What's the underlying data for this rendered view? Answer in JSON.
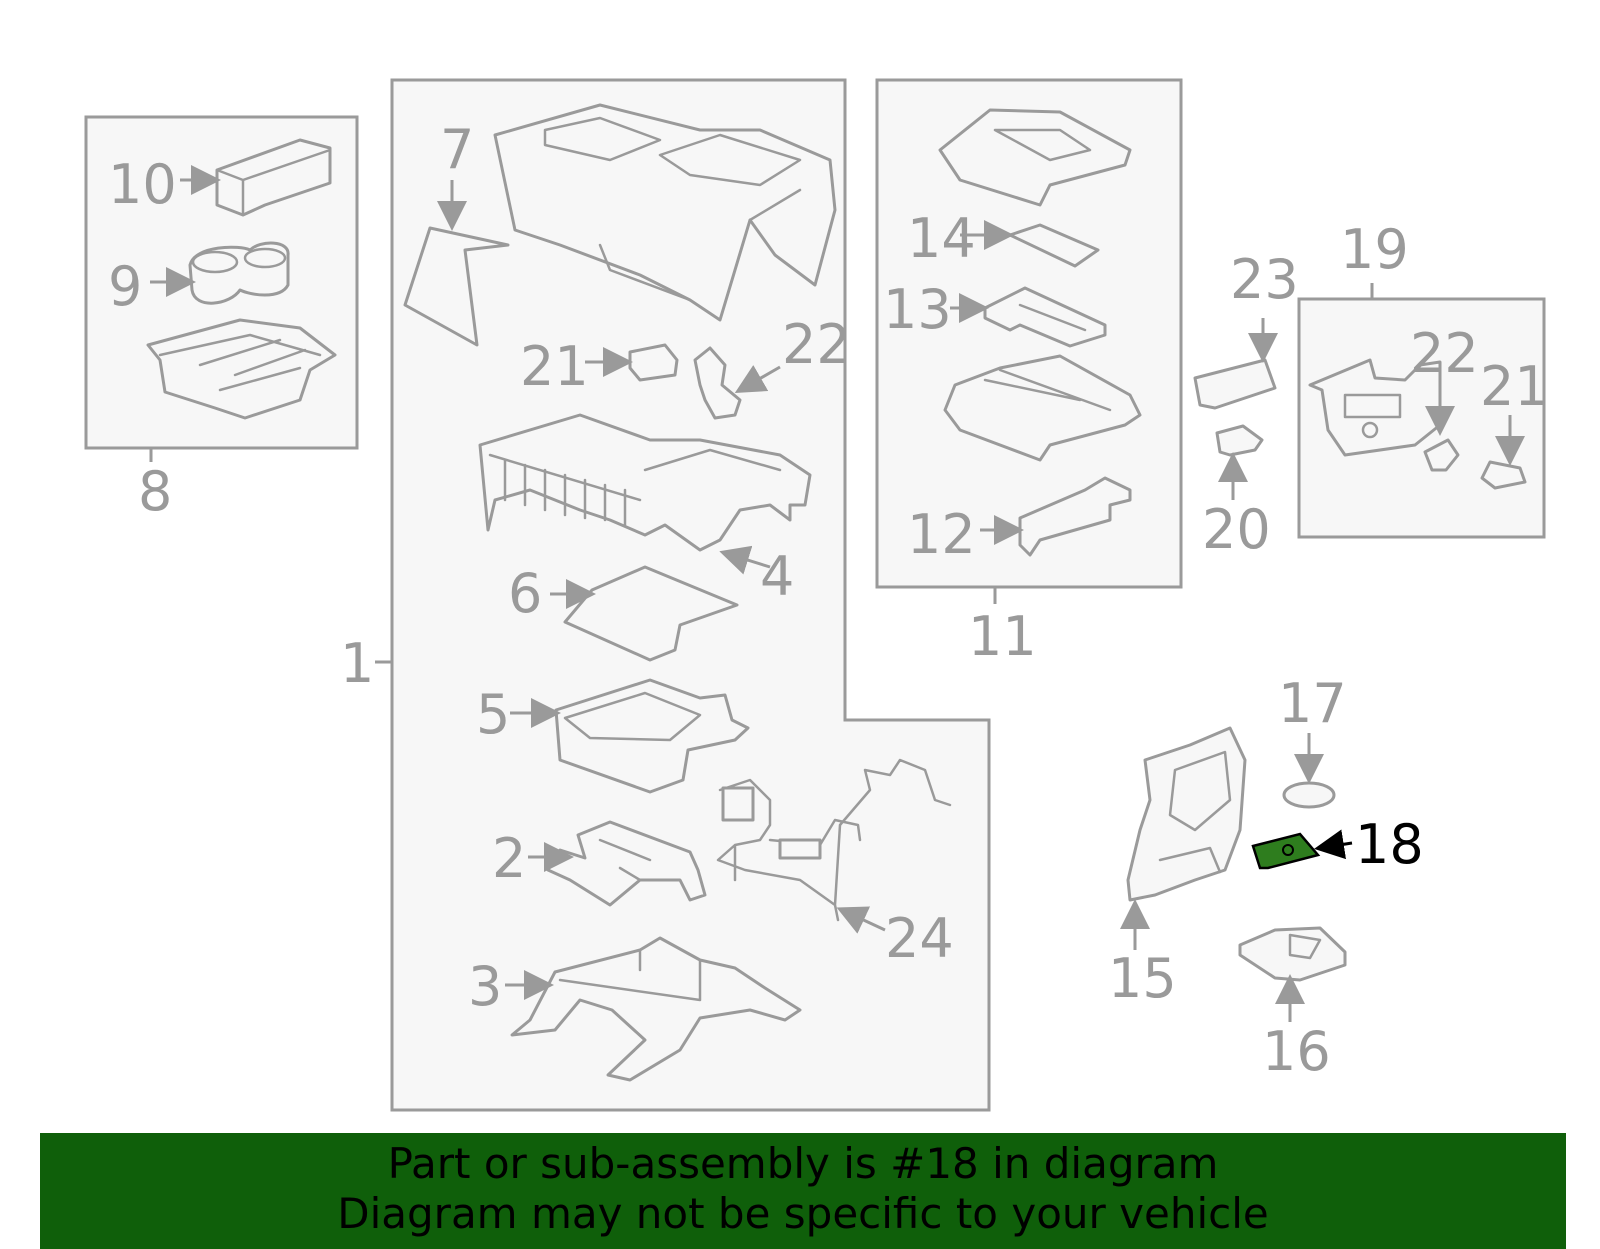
{
  "callouts": {
    "c1": "1",
    "c2": "2",
    "c3": "3",
    "c4": "4",
    "c5": "5",
    "c6": "6",
    "c7": "7",
    "c8": "8",
    "c9": "9",
    "c10": "10",
    "c11": "11",
    "c12": "12",
    "c13": "13",
    "c14": "14",
    "c15": "15",
    "c16": "16",
    "c17": "17",
    "c18": "18",
    "c19": "19",
    "c20": "20",
    "c21a": "21",
    "c21b": "21",
    "c22a": "22",
    "c22b": "22",
    "c23": "23",
    "c24": "24"
  },
  "highlighted_part": "18",
  "banner": {
    "line1": "Part or sub-assembly is #18 in diagram",
    "line2": "Diagram may not be specific to your vehicle"
  },
  "colors": {
    "highlight": "#2e7d1e",
    "banner_bg": "#0f5f0a",
    "outline": "#9a9a9a"
  }
}
